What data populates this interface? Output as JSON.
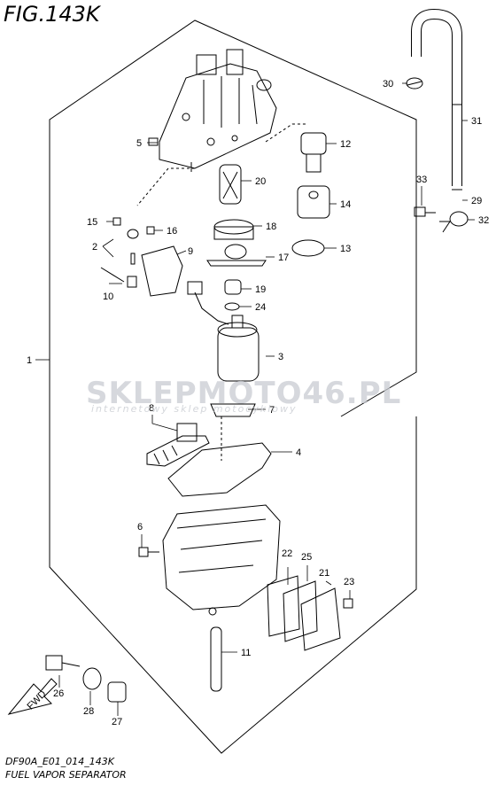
{
  "figure": {
    "title": "FIG.143K",
    "model_code": "DF90A_E01_014_143K",
    "section_name": "FUEL VAPOR SEPARATOR"
  },
  "watermark": {
    "brand": "SKLEPMOTO46.PL",
    "tagline": "internetowy sklep motocyklowy",
    "color": "#c9ccd2",
    "accent": "#e05050"
  },
  "fwd_label": "FWD",
  "callouts": [
    {
      "id": "c1",
      "label": "1"
    },
    {
      "id": "c2",
      "label": "2"
    },
    {
      "id": "c3",
      "label": "3"
    },
    {
      "id": "c4",
      "label": "4"
    },
    {
      "id": "c5",
      "label": "5"
    },
    {
      "id": "c6",
      "label": "6"
    },
    {
      "id": "c7",
      "label": "7"
    },
    {
      "id": "c8",
      "label": "8"
    },
    {
      "id": "c9",
      "label": "9"
    },
    {
      "id": "c10",
      "label": "10"
    },
    {
      "id": "c11",
      "label": "11"
    },
    {
      "id": "c12",
      "label": "12"
    },
    {
      "id": "c13",
      "label": "13"
    },
    {
      "id": "c14",
      "label": "14"
    },
    {
      "id": "c15",
      "label": "15"
    },
    {
      "id": "c16",
      "label": "16"
    },
    {
      "id": "c17",
      "label": "17"
    },
    {
      "id": "c18",
      "label": "18"
    },
    {
      "id": "c19",
      "label": "19"
    },
    {
      "id": "c20",
      "label": "20"
    },
    {
      "id": "c21",
      "label": "21"
    },
    {
      "id": "c22",
      "label": "22"
    },
    {
      "id": "c23",
      "label": "23"
    },
    {
      "id": "c24",
      "label": "24"
    },
    {
      "id": "c25",
      "label": "25"
    },
    {
      "id": "c26",
      "label": "26"
    },
    {
      "id": "c27",
      "label": "27"
    },
    {
      "id": "c28",
      "label": "28"
    },
    {
      "id": "c29",
      "label": "29"
    },
    {
      "id": "c30",
      "label": "30"
    },
    {
      "id": "c31",
      "label": "31"
    },
    {
      "id": "c32",
      "label": "32"
    },
    {
      "id": "c33",
      "label": "33"
    }
  ]
}
